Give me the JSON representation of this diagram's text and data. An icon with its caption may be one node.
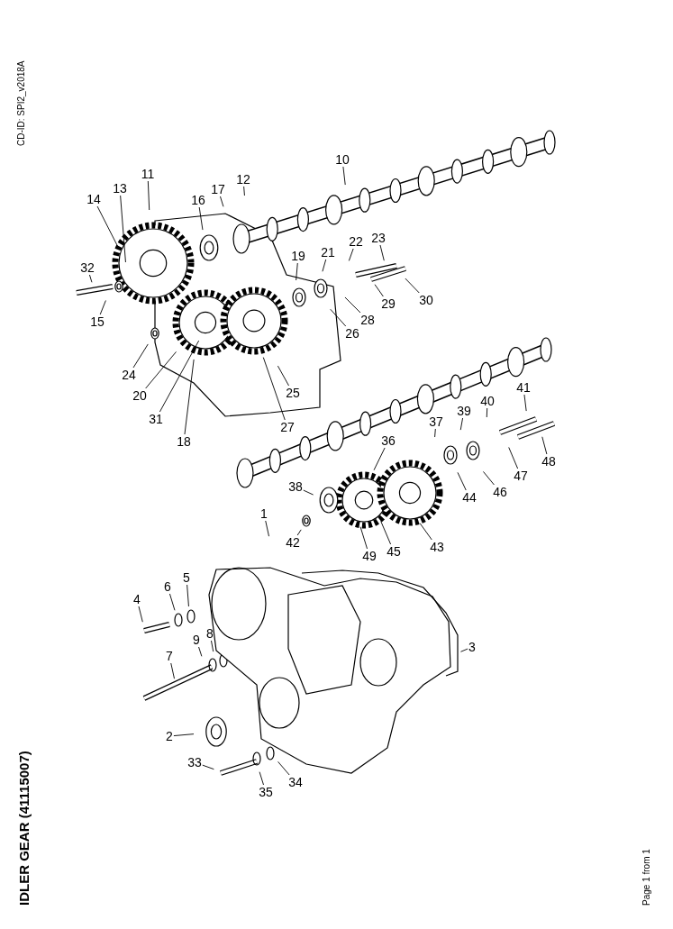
{
  "diagram": {
    "title": "IDLER GEAR (41115007)",
    "nodes": [
      {
        "text": [
          "1"
        ]
      },
      {
        "text": [
          "2"
        ]
      },
      {
        "text": [
          "3"
        ]
      },
      {
        "text": [
          "4"
        ]
      },
      {
        "text": [
          "5"
        ]
      },
      {
        "text": [
          "6"
        ]
      },
      {
        "text": [
          "7"
        ]
      },
      {
        "text": [
          "8"
        ]
      },
      {
        "text": [
          "9"
        ]
      },
      {
        "text": [
          "10"
        ]
      },
      {
        "text": [
          "11"
        ]
      },
      {
        "text": [
          "12"
        ]
      },
      {
        "text": [
          "13"
        ]
      },
      {
        "text": [
          "14"
        ]
      },
      {
        "text": [
          "15"
        ]
      },
      {
        "text": [
          "16"
        ]
      },
      {
        "text": [
          "17"
        ]
      },
      {
        "text": [
          "18"
        ]
      },
      {
        "text": [
          "19"
        ]
      },
      {
        "text": [
          "20"
        ]
      },
      {
        "text": [
          "21"
        ]
      },
      {
        "text": [
          "22"
        ]
      },
      {
        "text": [
          "23"
        ]
      },
      {
        "text": [
          "24"
        ]
      },
      {
        "text": [
          "25"
        ]
      },
      {
        "text": [
          "26"
        ]
      },
      {
        "text": [
          "27"
        ]
      },
      {
        "text": [
          "28"
        ]
      },
      {
        "text": [
          "29"
        ]
      },
      {
        "text": [
          "30"
        ]
      },
      {
        "text": [
          "31"
        ]
      },
      {
        "text": [
          "32"
        ]
      },
      {
        "text": [
          "33"
        ]
      },
      {
        "text": [
          "34"
        ]
      },
      {
        "text": [
          "35"
        ]
      },
      {
        "text": [
          "36"
        ]
      },
      {
        "text": [
          "37"
        ]
      },
      {
        "text": [
          "38"
        ]
      },
      {
        "text": [
          "39"
        ]
      },
      {
        "text": [
          "40"
        ]
      },
      {
        "text": [
          "41"
        ]
      },
      {
        "text": [
          "42"
        ]
      },
      {
        "text": [
          "43"
        ]
      },
      {
        "text": [
          "44"
        ]
      },
      {
        "text": [
          "45"
        ]
      },
      {
        "text": [
          "46"
        ]
      },
      {
        "text": [
          "47"
        ]
      },
      {
        "text": [
          "48"
        ]
      },
      {
        "text": [
          "49"
        ]
      }
    ],
    "edges": [
      {
        "from": 0,
        "to": null,
        "arrow": "none"
      },
      {
        "from": 1,
        "to": null,
        "arrow": "none"
      },
      {
        "from": 2,
        "to": null,
        "arrow": "none"
      },
      {
        "from": 3,
        "to": null,
        "arrow": "none"
      },
      {
        "from": 4,
        "to": null,
        "arrow": "none"
      },
      {
        "from": 5,
        "to": null,
        "arrow": "none"
      },
      {
        "from": 6,
        "to": null,
        "arrow": "none"
      },
      {
        "from": 7,
        "to": null,
        "arrow": "none"
      },
      {
        "from": 8,
        "to": null,
        "arrow": "none"
      },
      {
        "from": 9,
        "to": null,
        "arrow": "none"
      },
      {
        "from": 10,
        "to": null,
        "arrow": "none"
      },
      {
        "from": 11,
        "to": null,
        "arrow": "none"
      },
      {
        "from": 12,
        "to": null,
        "arrow": "none"
      },
      {
        "from": 13,
        "to": null,
        "arrow": "none"
      },
      {
        "from": 14,
        "to": null,
        "arrow": "none"
      },
      {
        "from": 15,
        "to": null,
        "arrow": "none"
      },
      {
        "from": 16,
        "to": null,
        "arrow": "none"
      },
      {
        "from": 17,
        "to": null,
        "arrow": "none"
      },
      {
        "from": 18,
        "to": null,
        "arrow": "none"
      },
      {
        "from": 19,
        "to": null,
        "arrow": "none"
      },
      {
        "from": 20,
        "to": null,
        "arrow": "none"
      },
      {
        "from": 21,
        "to": null,
        "arrow": "none"
      },
      {
        "from": 22,
        "to": null,
        "arrow": "none"
      },
      {
        "from": 23,
        "to": null,
        "arrow": "none"
      },
      {
        "from": 24,
        "to": null,
        "arrow": "none"
      },
      {
        "from": 25,
        "to": null,
        "arrow": "none"
      },
      {
        "from": 26,
        "to": null,
        "arrow": "none"
      },
      {
        "from": 27,
        "to": null,
        "arrow": "none"
      },
      {
        "from": 28,
        "to": null,
        "arrow": "none"
      },
      {
        "from": 29,
        "to": null,
        "arrow": "none"
      },
      {
        "from": 30,
        "to": null,
        "arrow": "none"
      },
      {
        "from": 31,
        "to": null,
        "arrow": "none"
      },
      {
        "from": 32,
        "to": null,
        "arrow": "none"
      },
      {
        "from": 33,
        "to": null,
        "arrow": "none"
      },
      {
        "from": 34,
        "to": null,
        "arrow": "none"
      },
      {
        "from": 35,
        "to": null,
        "arrow": "none"
      },
      {
        "from": 36,
        "to": null,
        "arrow": "none"
      },
      {
        "from": 37,
        "to": null,
        "arrow": "none"
      },
      {
        "from": 38,
        "to": null,
        "arrow": "none"
      },
      {
        "from": 39,
        "to": null,
        "arrow": "none"
      },
      {
        "from": 40,
        "to": null,
        "arrow": "none"
      },
      {
        "from": 41,
        "to": null,
        "arrow": "none"
      },
      {
        "from": 42,
        "to": null,
        "arrow": "none"
      },
      {
        "from": 43,
        "to": null,
        "arrow": "none"
      },
      {
        "from": 44,
        "to": null,
        "arrow": "none"
      },
      {
        "from": 45,
        "to": null,
        "arrow": "none"
      },
      {
        "from": 46,
        "to": null,
        "arrow": "none"
      },
      {
        "from": 47,
        "to": null,
        "arrow": "none"
      },
      {
        "from": 48,
        "to": null,
        "arrow": "none"
      }
    ],
    "labels": [
      "CD-ID: SPI2_v2018A",
      "Page 1 from 1"
    ]
  }
}
